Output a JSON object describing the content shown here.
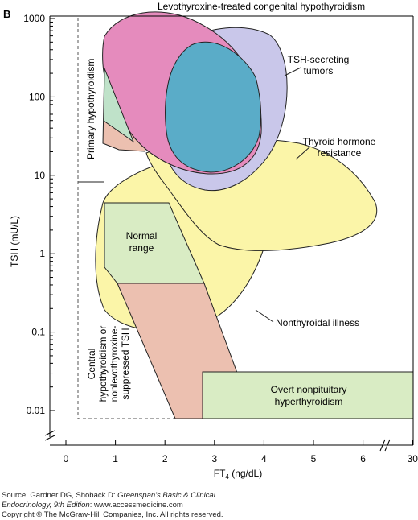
{
  "chart_data": {
    "type": "region-diagram",
    "panel_label": "B",
    "xlabel": "FT",
    "xlabel_sub": "4",
    "xlabel_unit": " (ng/dL)",
    "ylabel": "TSH (mU/L)",
    "x_axis": {
      "ticks": [
        0,
        1,
        2,
        3,
        4,
        5,
        6
      ],
      "break_tick": 30,
      "labels": [
        "0",
        "1",
        "2",
        "3",
        "4",
        "5",
        "6",
        "30"
      ]
    },
    "y_axis": {
      "scale": "log",
      "ticks": [
        0.01,
        0.1,
        1,
        10,
        100,
        1000
      ],
      "labels": [
        "0.01",
        "0.1",
        "1",
        "10",
        "100",
        "1000"
      ]
    },
    "regions": [
      {
        "name": "Normal range",
        "lines": [
          "Normal",
          "range"
        ],
        "color": "#d9ecc4"
      },
      {
        "name": "Nonthyroidal illness",
        "lines": [
          "Nonthyroidal illness"
        ],
        "color": "#fbf5a8"
      },
      {
        "name": "Thyroid hormone resistance",
        "lines": [
          "Thyroid hormone",
          "resistance"
        ],
        "color": "#fbf5a8"
      },
      {
        "name": "TSH-secreting tumors",
        "lines": [
          "TSH-secreting",
          "tumors"
        ],
        "color": "#c9c7ea"
      },
      {
        "name": "Levothyroxine-treated congenital hypothyroidism",
        "lines": [
          "Levothyroxine-treated congenital hypothyroidism"
        ],
        "color": "#e58bbd"
      },
      {
        "name": "Primary hypothyroidism",
        "lines": [
          "Primary hypothyroidism"
        ],
        "color": "#ecc0b0"
      },
      {
        "name": "Central hypothyroidism or nonlevothyroxine-suppressed TSH",
        "lines": [
          "Central",
          "hypothyroidism or",
          "nonlevothyroxine-",
          "suppressed TSH"
        ],
        "color": "#ffffff"
      },
      {
        "name": "Overt nonpituitary hyperthyroidism",
        "lines": [
          "Overt nonpituitary",
          "hyperthyroidism"
        ],
        "color": "#d9ecc4"
      }
    ],
    "overlap_color": "#5aacc8",
    "teal_color": "#bfe2c9"
  },
  "credit": {
    "line1_pre": "Source: Gardner DG, Shoback D: ",
    "line1_italic": "Greenspan's Basic & Clinical",
    "line2_italic": "Endocrinology, 9th Edition",
    "line2_post": ": www.accessmedicine.com",
    "line3": "Copyright © The McGraw-Hill Companies, Inc. All rights reserved."
  }
}
